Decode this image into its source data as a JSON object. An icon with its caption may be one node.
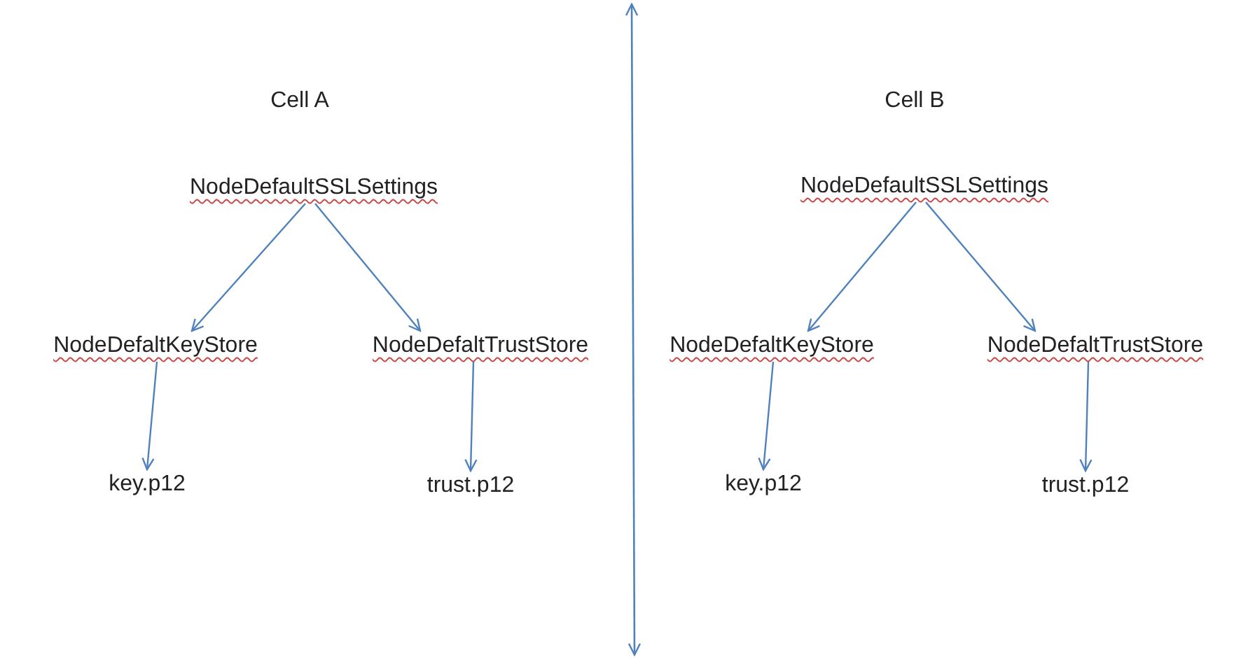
{
  "diagram": {
    "nodes": [
      {
        "text": [
          "NodeDefaultSSLSettings"
        ]
      },
      {
        "text": [
          "NodeDefaltKeyStore"
        ]
      },
      {
        "text": [
          "NodeDefaltTrustStore"
        ]
      },
      {
        "text": [
          "key.p12"
        ]
      },
      {
        "text": [
          "trust.p12"
        ]
      },
      {
        "text": [
          "NodeDefaultSSLSettings"
        ]
      },
      {
        "text": [
          "NodeDefaltKeyStore"
        ]
      },
      {
        "text": [
          "NodeDefaltTrustStore"
        ]
      },
      {
        "text": [
          "key.p12"
        ]
      },
      {
        "text": [
          "trust.p12"
        ]
      }
    ],
    "edges": [
      {
        "from": 0,
        "to": 1,
        "arrow": "to"
      },
      {
        "from": 0,
        "to": 2,
        "arrow": "to"
      },
      {
        "from": 1,
        "to": 3,
        "arrow": "to"
      },
      {
        "from": 2,
        "to": 4,
        "arrow": "to"
      },
      {
        "from": 5,
        "to": 6,
        "arrow": "to"
      },
      {
        "from": 5,
        "to": 7,
        "arrow": "to"
      },
      {
        "from": 6,
        "to": 8,
        "arrow": "to"
      },
      {
        "from": 7,
        "to": 9,
        "arrow": "to"
      }
    ],
    "labels": [
      "Cell A",
      "Cell B"
    ]
  }
}
